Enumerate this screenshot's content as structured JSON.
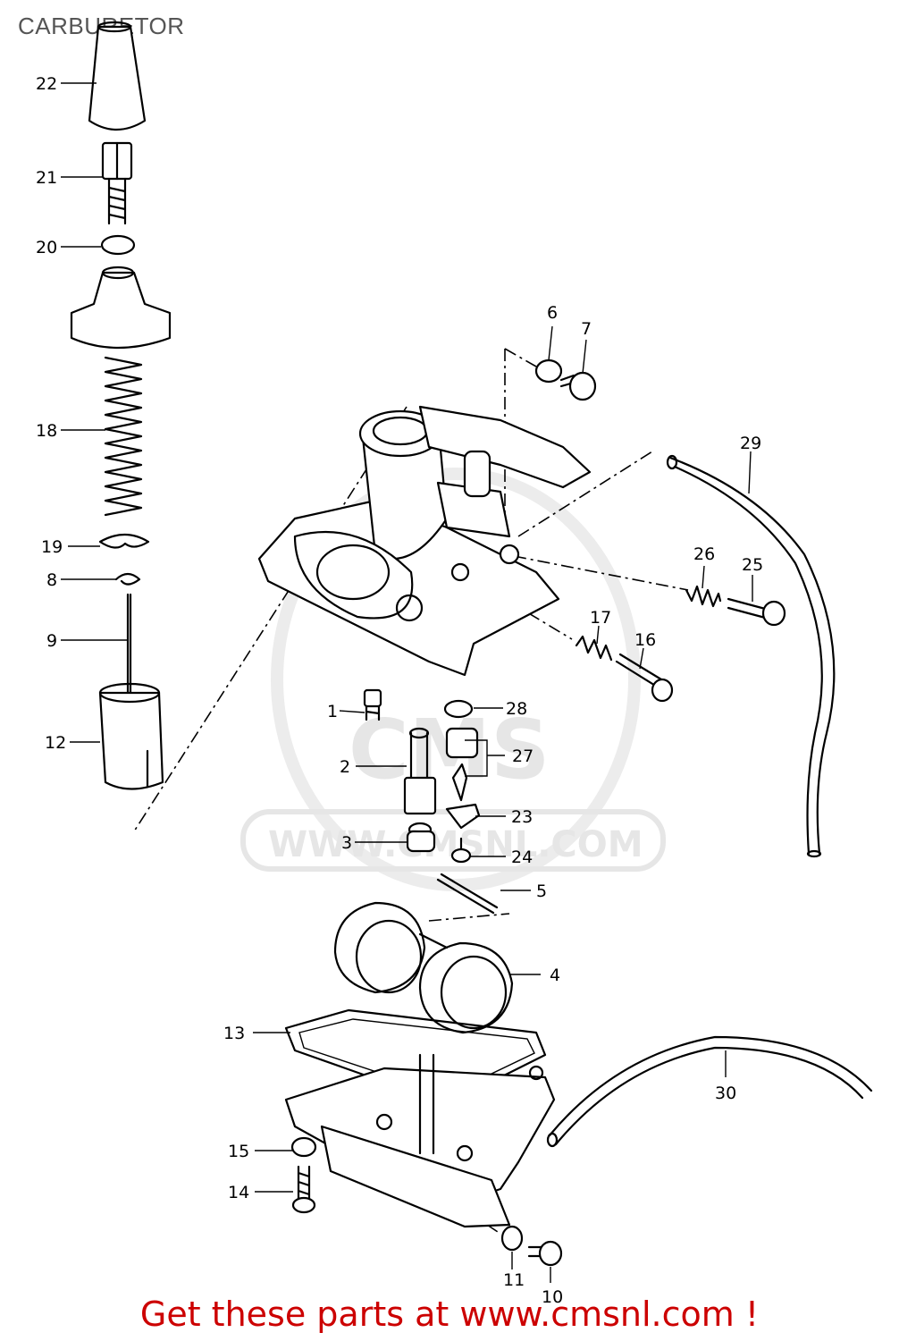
{
  "title": "CARBURETOR",
  "footer": {
    "text": "Get these parts at www.cmsnl.com !",
    "color": "#cc0000"
  },
  "watermark": {
    "brand": "CMS",
    "url": "WWW.CMSNL.COM"
  },
  "callouts": [
    {
      "id": "callout-22",
      "number": "22"
    },
    {
      "id": "callout-21",
      "number": "21"
    },
    {
      "id": "callout-20",
      "number": "20"
    },
    {
      "id": "callout-18",
      "number": "18"
    },
    {
      "id": "callout-19",
      "number": "19"
    },
    {
      "id": "callout-8",
      "number": "8"
    },
    {
      "id": "callout-9",
      "number": "9"
    },
    {
      "id": "callout-12",
      "number": "12"
    },
    {
      "id": "callout-6",
      "number": "6"
    },
    {
      "id": "callout-7",
      "number": "7"
    },
    {
      "id": "callout-29",
      "number": "29"
    },
    {
      "id": "callout-26",
      "number": "26"
    },
    {
      "id": "callout-25",
      "number": "25"
    },
    {
      "id": "callout-17",
      "number": "17"
    },
    {
      "id": "callout-16",
      "number": "16"
    },
    {
      "id": "callout-1",
      "number": "1"
    },
    {
      "id": "callout-28",
      "number": "28"
    },
    {
      "id": "callout-2",
      "number": "2"
    },
    {
      "id": "callout-27",
      "number": "27"
    },
    {
      "id": "callout-23",
      "number": "23"
    },
    {
      "id": "callout-3",
      "number": "3"
    },
    {
      "id": "callout-24",
      "number": "24"
    },
    {
      "id": "callout-5",
      "number": "5"
    },
    {
      "id": "callout-4",
      "number": "4"
    },
    {
      "id": "callout-13",
      "number": "13"
    },
    {
      "id": "callout-30",
      "number": "30"
    },
    {
      "id": "callout-15",
      "number": "15"
    },
    {
      "id": "callout-14",
      "number": "14"
    },
    {
      "id": "callout-11",
      "number": "11"
    },
    {
      "id": "callout-10",
      "number": "10"
    }
  ]
}
